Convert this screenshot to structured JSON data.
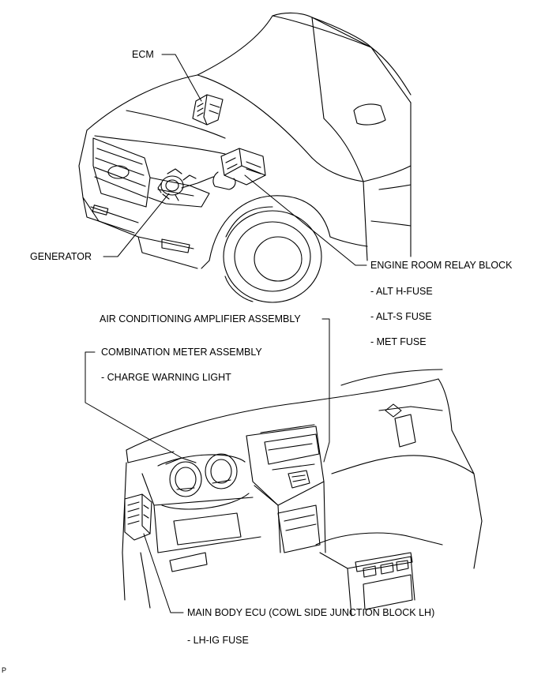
{
  "labels": {
    "ecm": "ECM",
    "generator": "GENERATOR",
    "engine_room_relay_block": "ENGINE ROOM RELAY BLOCK",
    "alt_h_fuse": "- ALT H-FUSE",
    "alt_s_fuse": "- ALT-S FUSE",
    "met_fuse": "- MET FUSE",
    "air_conditioning_amplifier": "AIR CONDITIONING AMPLIFIER ASSEMBLY",
    "combination_meter": "COMBINATION METER ASSEMBLY",
    "charge_warning_light": "- CHARGE WARNING LIGHT",
    "main_body_ecu": "MAIN BODY ECU (COWL SIDE JUNCTION BLOCK LH)",
    "lh_ig_fuse": "- LH-IG FUSE"
  },
  "corner_mark": "P"
}
